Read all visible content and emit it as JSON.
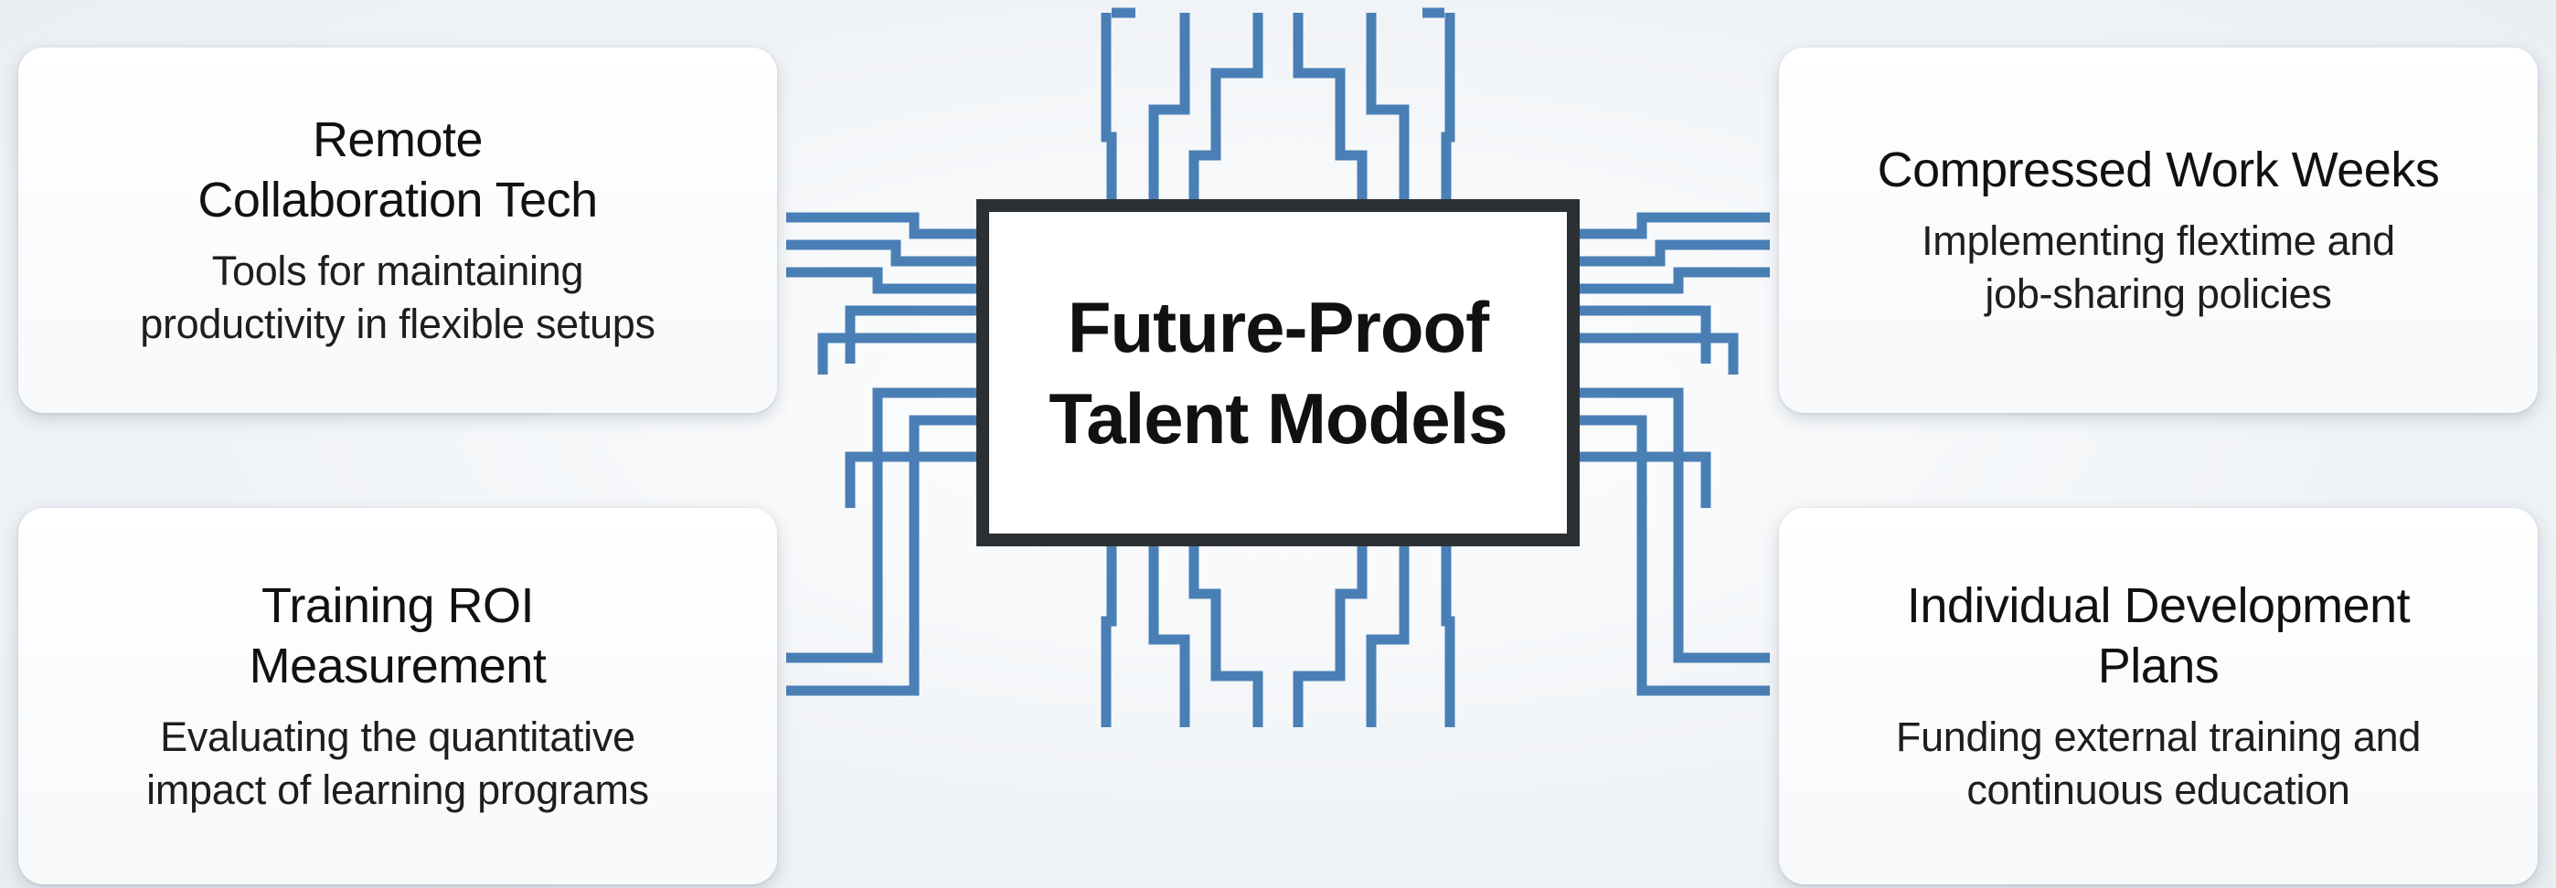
{
  "center": {
    "title_line1": "Future-Proof",
    "title_line2": "Talent Models"
  },
  "cards": {
    "top_left": {
      "title_line1": "Remote",
      "title_line2": "Collaboration Tech",
      "desc_line1": "Tools for maintaining",
      "desc_line2": "productivity in flexible setups"
    },
    "top_right": {
      "title_line1": "Compressed Work Weeks",
      "desc_line1": "Implementing flextime and",
      "desc_line2": "job-sharing policies"
    },
    "bottom_left": {
      "title_line1": "Training ROI",
      "title_line2": "Measurement",
      "desc_line1": "Evaluating the quantitative",
      "desc_line2": "impact of learning programs"
    },
    "bottom_right": {
      "title_line1": "Individual Development",
      "title_line2": "Plans",
      "desc_line1": "Funding external training and",
      "desc_line2": "continuous education"
    }
  },
  "colors": {
    "trace": "#4a7fb5",
    "center_border": "#2b3034",
    "card_background": "#ffffff",
    "page_background": "#f3f6f9"
  }
}
